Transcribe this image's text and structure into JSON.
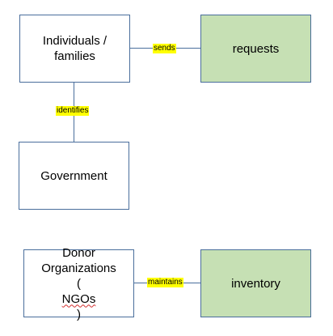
{
  "nodes": {
    "individuals": {
      "line1": "Individuals /",
      "line2": "families"
    },
    "requests": {
      "label": "requests"
    },
    "government": {
      "label": "Government"
    },
    "donors": {
      "line1": "Donor",
      "line2": "Organizations",
      "line3_paren_open": "(",
      "line3_word": "NGOs",
      "line3_paren_close": ")"
    },
    "inventory": {
      "label": "inventory"
    }
  },
  "edges": {
    "sends": "sends",
    "identifies": "identifies",
    "maintains": "maintains"
  },
  "colors": {
    "box_border": "#4a6e9c",
    "box_fill_white": "#ffffff",
    "box_fill_green": "#c6e0b4",
    "connector": "#4a6e9c",
    "label_highlight": "#ffff00",
    "spellcheck_underline": "#d32f2f"
  }
}
